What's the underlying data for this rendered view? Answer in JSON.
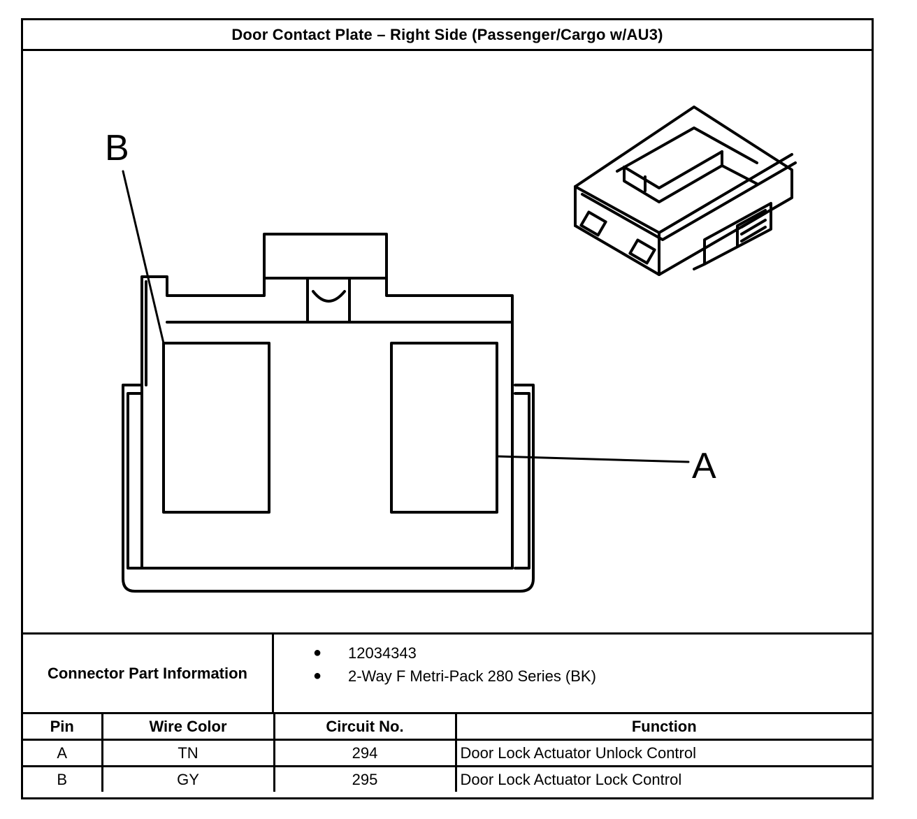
{
  "title": "Door Contact Plate – Right Side (Passenger/Cargo w/AU3)",
  "diagram": {
    "pin_labels": [
      "B",
      "A"
    ]
  },
  "connector_info": {
    "label": "Connector Part Information",
    "items": [
      "12034343",
      "2-Way F Metri-Pack 280 Series (BK)"
    ]
  },
  "table": {
    "headers": [
      "Pin",
      "Wire Color",
      "Circuit No.",
      "Function"
    ],
    "rows": [
      [
        "A",
        "TN",
        "294",
        "Door Lock Actuator Unlock Control"
      ],
      [
        "B",
        "GY",
        "295",
        "Door Lock Actuator Lock Control"
      ]
    ]
  }
}
